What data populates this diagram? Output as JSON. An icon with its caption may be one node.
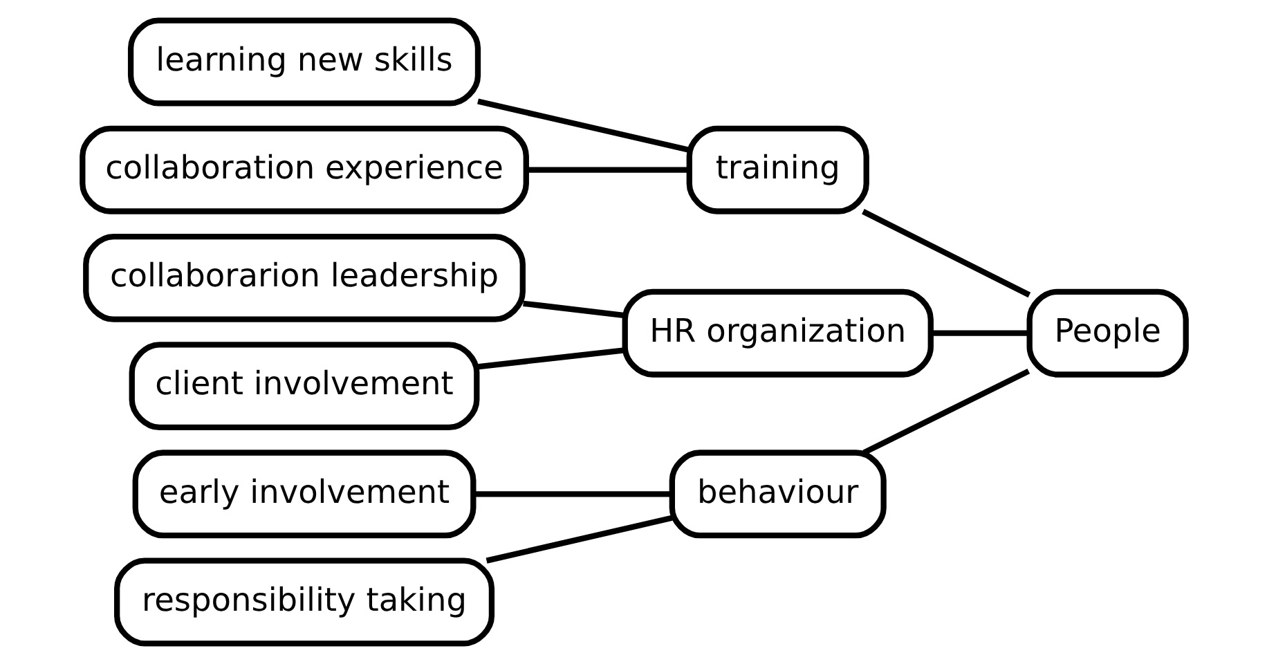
{
  "diagram": {
    "nodes": [
      {
        "text": [
          "learning new skills"
        ]
      },
      {
        "text": [
          "collaboration experience"
        ]
      },
      {
        "text": [
          "training"
        ]
      },
      {
        "text": [
          "collaborarion leadership"
        ]
      },
      {
        "text": [
          "client involvement"
        ]
      },
      {
        "text": [
          "HR organization"
        ]
      },
      {
        "text": [
          "early involvement"
        ]
      },
      {
        "text": [
          "responsibility taking"
        ]
      },
      {
        "text": [
          "behaviour"
        ]
      },
      {
        "text": [
          "People"
        ]
      }
    ],
    "edges": [
      {
        "from": 0,
        "to": 2,
        "arrow": "none"
      },
      {
        "from": 1,
        "to": 2,
        "arrow": "none"
      },
      {
        "from": 3,
        "to": 5,
        "arrow": "none"
      },
      {
        "from": 4,
        "to": 5,
        "arrow": "none"
      },
      {
        "from": 6,
        "to": 8,
        "arrow": "none"
      },
      {
        "from": 7,
        "to": 8,
        "arrow": "none"
      },
      {
        "from": 2,
        "to": 9,
        "arrow": "none"
      },
      {
        "from": 5,
        "to": 9,
        "arrow": "none"
      },
      {
        "from": 8,
        "to": 9,
        "arrow": "none"
      }
    ]
  }
}
